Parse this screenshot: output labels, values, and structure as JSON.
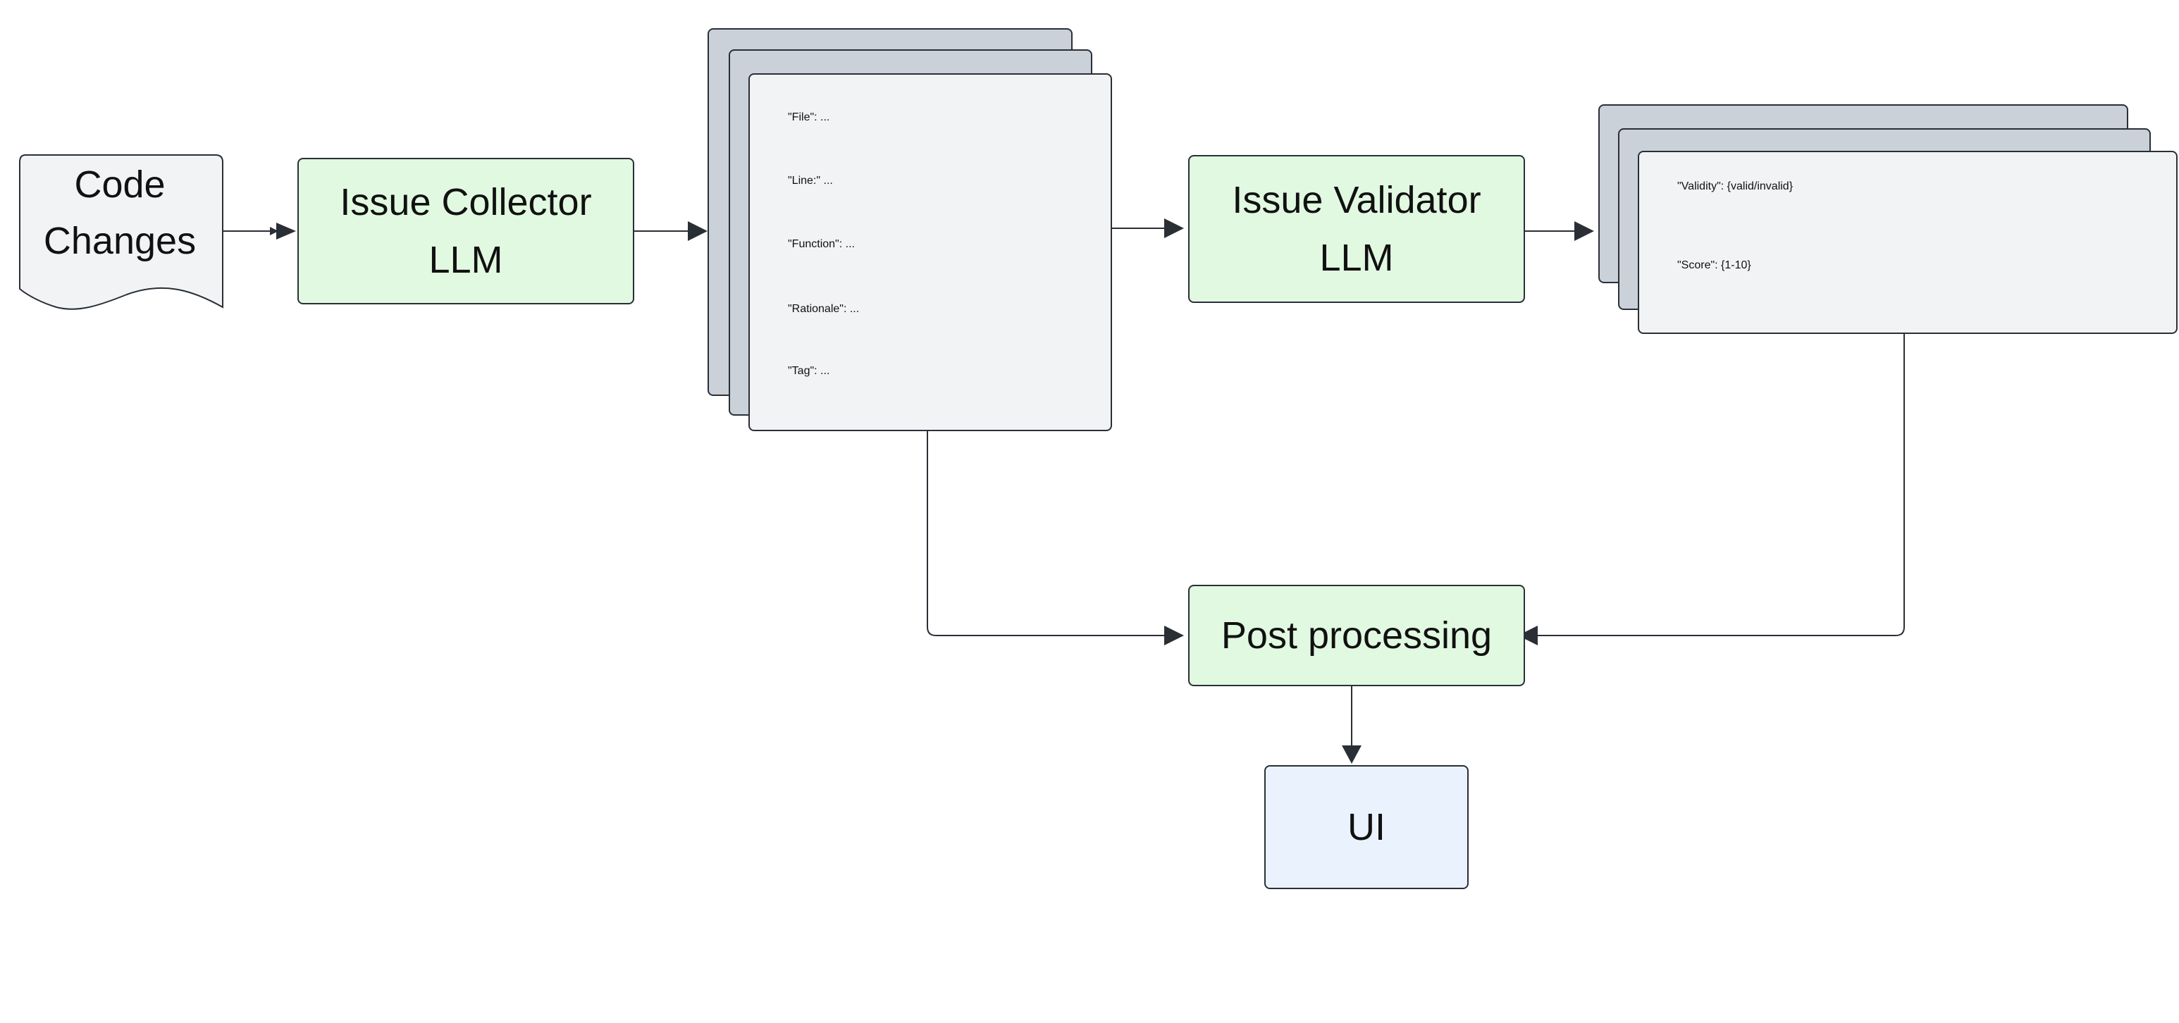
{
  "nodes": {
    "code_changes": {
      "line1": "Code",
      "line2": "Changes"
    },
    "issue_collector": {
      "line1": "Issue Collector",
      "line2": "LLM"
    },
    "issue_record": {
      "fields": [
        "\"File\": ...",
        "\"Line:\" ...",
        "\"Function\": ...",
        "\"Rationale\": ...",
        "\"Tag\": ..."
      ]
    },
    "issue_validator": {
      "line1": "Issue Validator",
      "line2": "LLM"
    },
    "validation_record": {
      "fields": [
        "\"Validity\": {valid/invalid}",
        "\"Score\": {1-10}"
      ]
    },
    "post_processing": {
      "label": "Post processing"
    },
    "ui": {
      "label": "UI"
    }
  },
  "colors": {
    "llm_fill": "#e1f8e1",
    "record_fill": "#f2f3f5",
    "stack_fill": "#cbd1d9",
    "ui_fill": "#eaf3fd",
    "stroke": "#2a2f36"
  }
}
